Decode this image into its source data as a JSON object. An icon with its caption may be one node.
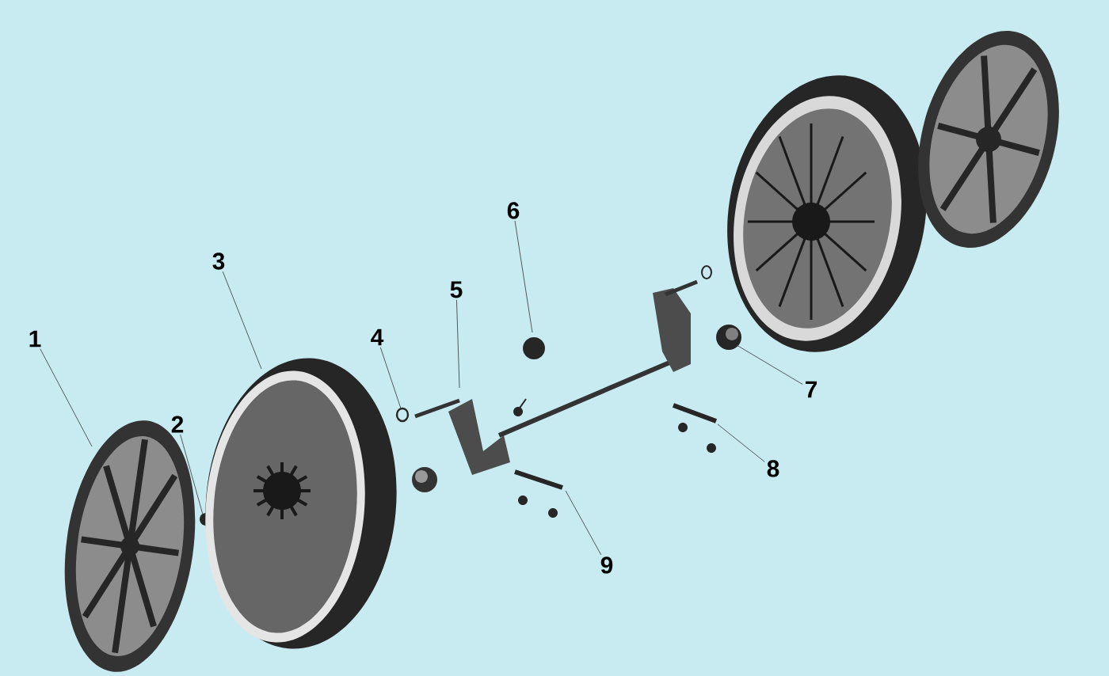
{
  "diagram": {
    "nodes": [
      {
        "text": [
          "1"
        ]
      },
      {
        "text": [
          "2"
        ]
      },
      {
        "text": [
          "3"
        ]
      },
      {
        "text": [
          "4"
        ]
      },
      {
        "text": [
          "5"
        ]
      },
      {
        "text": [
          "6"
        ]
      },
      {
        "text": [
          "7"
        ]
      },
      {
        "text": [
          "8"
        ]
      },
      {
        "text": [
          "9"
        ]
      }
    ],
    "edges": [
      {
        "from": 0,
        "to": null,
        "arrow": "none"
      },
      {
        "from": 1,
        "to": null,
        "arrow": "none"
      },
      {
        "from": 2,
        "to": null,
        "arrow": "none"
      },
      {
        "from": 3,
        "to": null,
        "arrow": "none"
      },
      {
        "from": 4,
        "to": null,
        "arrow": "none"
      },
      {
        "from": 5,
        "to": null,
        "arrow": "none"
      },
      {
        "from": 6,
        "to": null,
        "arrow": "none"
      },
      {
        "from": 7,
        "to": null,
        "arrow": "none"
      },
      {
        "from": 8,
        "to": null,
        "arrow": "none"
      }
    ]
  }
}
